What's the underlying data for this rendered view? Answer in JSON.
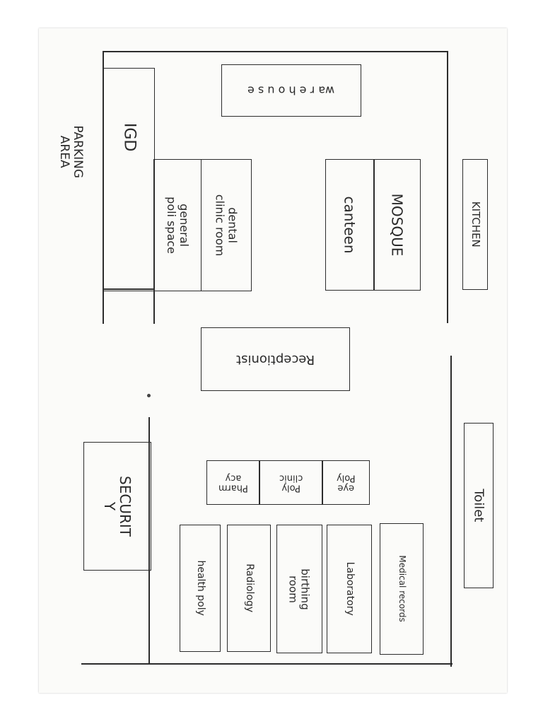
{
  "rooms": {
    "warehouse": "wa r e h o u s e",
    "igd": "IGD",
    "general_poli": "general\npoli space",
    "dental": "dental\nclinic room",
    "canteen": "canteen",
    "mosque": "MOSQUE",
    "kitchen": "KITCHEN",
    "receptionist": "Receptionist",
    "security": "SECURIT\nY",
    "toilet": "Toilet",
    "pharmacy": "Pharm\nacy",
    "poly_clinic": "Poly\nclinic",
    "eye_poly": "eye\nPoly",
    "health_poly": "health poly",
    "radiology": "Radiology",
    "birthing": "birthing\nroom",
    "laboratory": "Laboratory",
    "medical_records": "Medical records"
  },
  "areas": {
    "parking": "PARKING\nAREA"
  }
}
